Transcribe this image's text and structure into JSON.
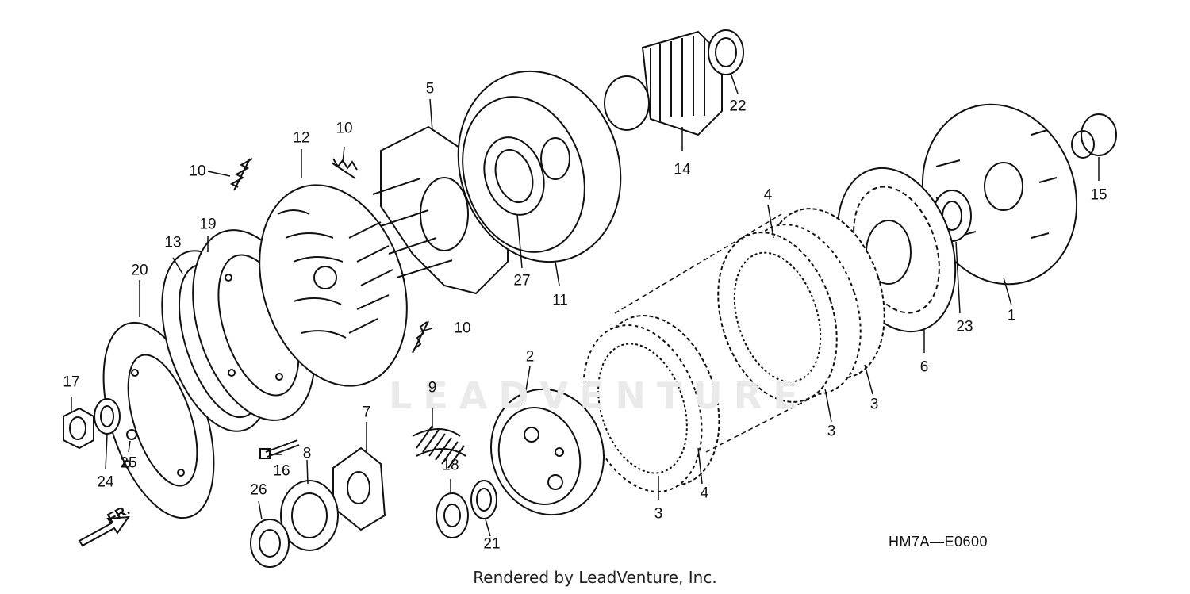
{
  "diagram": {
    "code": "HM7A—E0600",
    "footer": "Rendered by LeadVenture, Inc.",
    "watermark": "LEADVENTURE",
    "direction_label": "FR.",
    "callouts": [
      {
        "id": "c1",
        "label": "1"
      },
      {
        "id": "c2",
        "label": "2"
      },
      {
        "id": "c3a",
        "label": "3"
      },
      {
        "id": "c3b",
        "label": "3"
      },
      {
        "id": "c3c",
        "label": "3"
      },
      {
        "id": "c4a",
        "label": "4"
      },
      {
        "id": "c4b",
        "label": "4"
      },
      {
        "id": "c5",
        "label": "5"
      },
      {
        "id": "c6",
        "label": "6"
      },
      {
        "id": "c7",
        "label": "7"
      },
      {
        "id": "c8",
        "label": "8"
      },
      {
        "id": "c9",
        "label": "9"
      },
      {
        "id": "c10a",
        "label": "10"
      },
      {
        "id": "c10b",
        "label": "10"
      },
      {
        "id": "c10c",
        "label": "10"
      },
      {
        "id": "c11",
        "label": "11"
      },
      {
        "id": "c12",
        "label": "12"
      },
      {
        "id": "c13",
        "label": "13"
      },
      {
        "id": "c14",
        "label": "14"
      },
      {
        "id": "c15",
        "label": "15"
      },
      {
        "id": "c16",
        "label": "16"
      },
      {
        "id": "c17",
        "label": "17"
      },
      {
        "id": "c18",
        "label": "18"
      },
      {
        "id": "c19",
        "label": "19"
      },
      {
        "id": "c20",
        "label": "20"
      },
      {
        "id": "c21",
        "label": "21"
      },
      {
        "id": "c22",
        "label": "22"
      },
      {
        "id": "c23",
        "label": "23"
      },
      {
        "id": "c24",
        "label": "24"
      },
      {
        "id": "c25",
        "label": "25"
      },
      {
        "id": "c26",
        "label": "26"
      },
      {
        "id": "c27",
        "label": "27"
      }
    ]
  }
}
